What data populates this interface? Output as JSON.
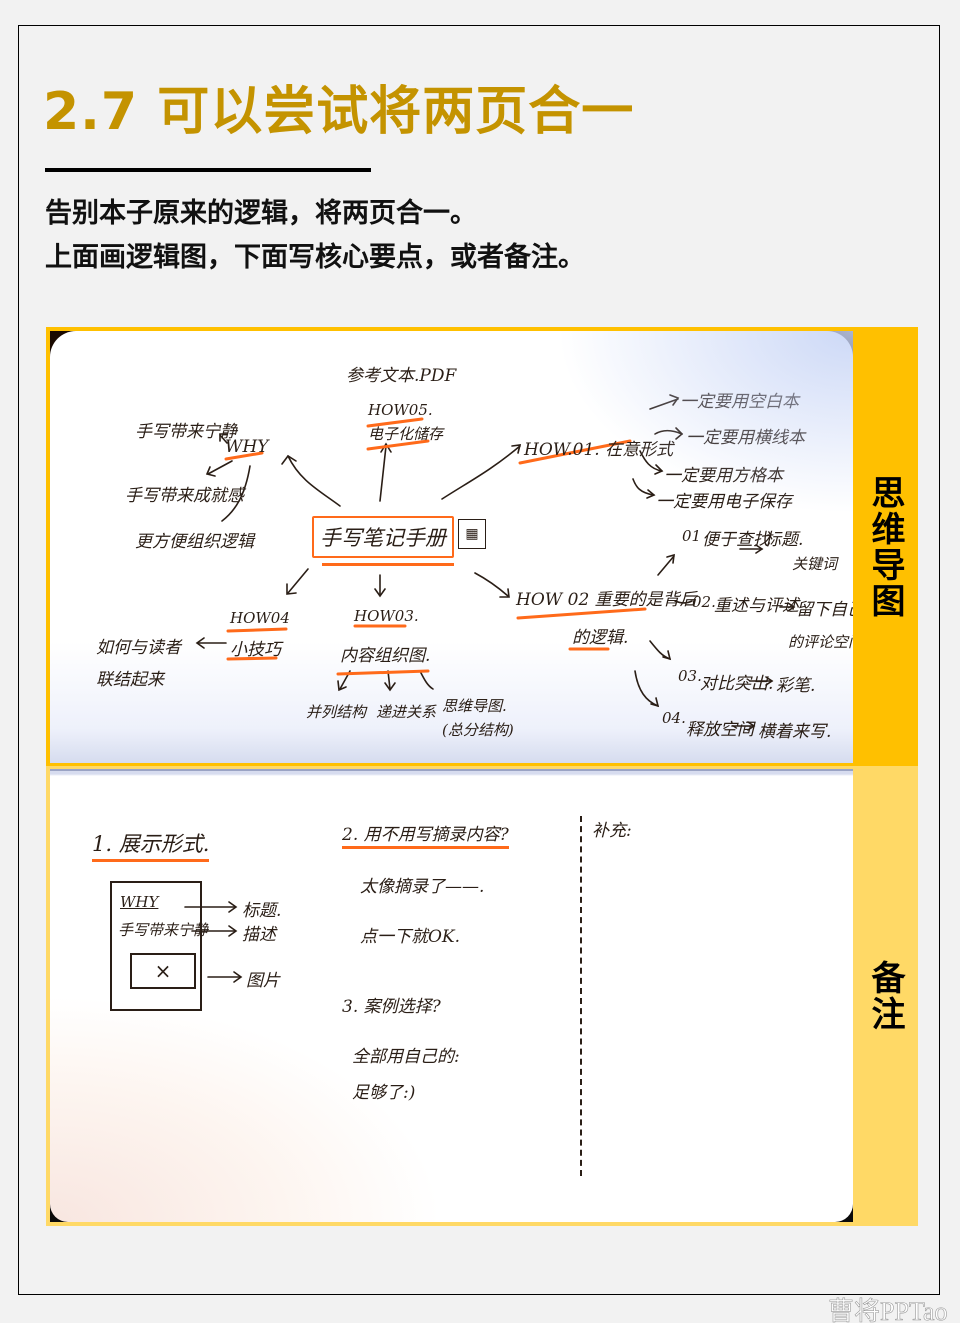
{
  "header": {
    "title": "2.7 可以尝试将两页合一",
    "description_lines": [
      "告别本子原来的逻辑，将两页合一。",
      "上面画逻辑图，下面写核心要点，或者备注。"
    ]
  },
  "colors": {
    "title": "#c49300",
    "background": "#f2f2f2",
    "top_accent": "#ffc000",
    "bottom_accent": "#ffd966",
    "highlighter": "#ff6a1a"
  },
  "mind_map_section": {
    "side_label": "思维导图",
    "center_node": "手写笔记手册",
    "center_icon": "document-icon",
    "nodes": {
      "why": {
        "label": "WHY",
        "children": [
          "手写带来宁静",
          "手写带来成就感",
          "更方便组织逻辑"
        ]
      },
      "how05": {
        "label": "HOW05.",
        "sub": "电子化储存",
        "children": [
          "参考文本.PDF"
        ]
      },
      "how01": {
        "label": "HOW.01. 在意形式",
        "children": [
          "一定要用空白本",
          "一定要用横线本",
          "一定要用方格本",
          "一定要用电子保存"
        ]
      },
      "how02": {
        "label": "HOW 02 重要的是背后",
        "sub": "的逻辑.",
        "children": [
          {
            "num": "01",
            "text": "便于查找",
            "arrow_to": "标题.",
            "note": "关键词"
          },
          {
            "num": "02.",
            "text": "重述与评述",
            "arrow_to": "留下自己",
            "note": "的评论空间"
          },
          {
            "num": "03.",
            "text": "对比突出.",
            "arrow_to": "彩笔."
          },
          {
            "num": "04.",
            "text": "释放空间",
            "arrow_to": "横着来写."
          }
        ]
      },
      "how03": {
        "label": "HOW03.",
        "sub": "内容组织图.",
        "children": [
          "并列结构",
          "递进关系",
          "思维导图.",
          "(总分结构)"
        ]
      },
      "how04": {
        "label": "HOW04",
        "sub": "小技巧",
        "children": [
          "如何与读者",
          "联结起来"
        ]
      }
    }
  },
  "notes_section": {
    "side_label": "备注",
    "item1": {
      "heading": "1. 展示形式.",
      "sketch": {
        "title": "WHY",
        "desc": "手写带来宁静",
        "image_glyph": "×",
        "annotations": [
          "标题.",
          "描述",
          "图片"
        ]
      }
    },
    "item2": {
      "heading": "2. 用不用写摘录内容?",
      "lines": [
        "太像摘录了——.",
        "点一下就OK."
      ]
    },
    "item3": {
      "heading": "3. 案例选择?",
      "lines": [
        "全部用自己的:",
        "足够了:)"
      ]
    },
    "supplement": {
      "heading": "补充:"
    }
  },
  "watermark": "曹将PPTao"
}
